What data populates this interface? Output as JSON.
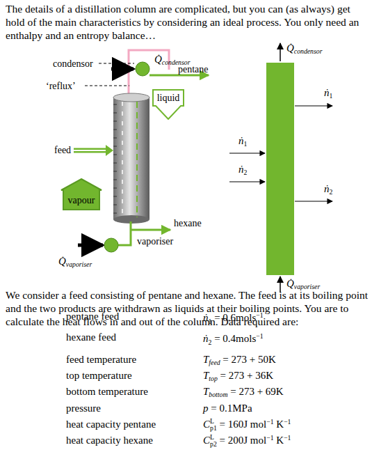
{
  "diagram": {
    "nodes": [
      {
        "text": [
          "liquid"
        ]
      },
      {
        "text": [
          "vapour"
        ]
      }
    ],
    "labels": [
      "The details of a distillation column are complicated, but you can (as always) get hold of the main characteristics by considering an ideal process. You only need an enthalpy and an entropy balance…",
      "condensor",
      "‘reflux’",
      "Q̇",
      "condensor",
      "pentane",
      "feed",
      "hexane",
      "Q̇",
      "vaporiser",
      "vaporiser",
      "Q̇",
      "condensor",
      "ṅ",
      "1",
      "ṅ",
      "1",
      "ṅ",
      "2",
      "ṅ",
      "2",
      "Q̇",
      "vaporiser",
      "We consider a feed consisting of pentane and hexane. The feed is at its boiling point and the two products are withdrawn as liquids at their boiling points. You are to calculate the heat flows in and out of the column. Data required are:",
      "pentane feed",
      "ṅ",
      "1",
      "= 0.6mols",
      "−1",
      "hexane feed",
      "ṅ",
      "2",
      "= 0.4mols",
      "−1",
      "feed temperature",
      "T",
      "feed",
      "= 273 + 50K",
      "top temperature",
      "T",
      "top",
      "= 273 + 36K",
      "bottom temperature",
      "T",
      "bottom",
      "= 273 + 69K",
      "pressure",
      "p",
      "= 0.1MPa",
      "heat capacity pentane",
      "C",
      "L",
      "p1",
      "= 160J mol",
      "−1",
      "K",
      "−1",
      "heat capacity hexane",
      "C",
      "L",
      "p2",
      "= 200J mol",
      "−1",
      "K",
      "−1"
    ]
  }
}
